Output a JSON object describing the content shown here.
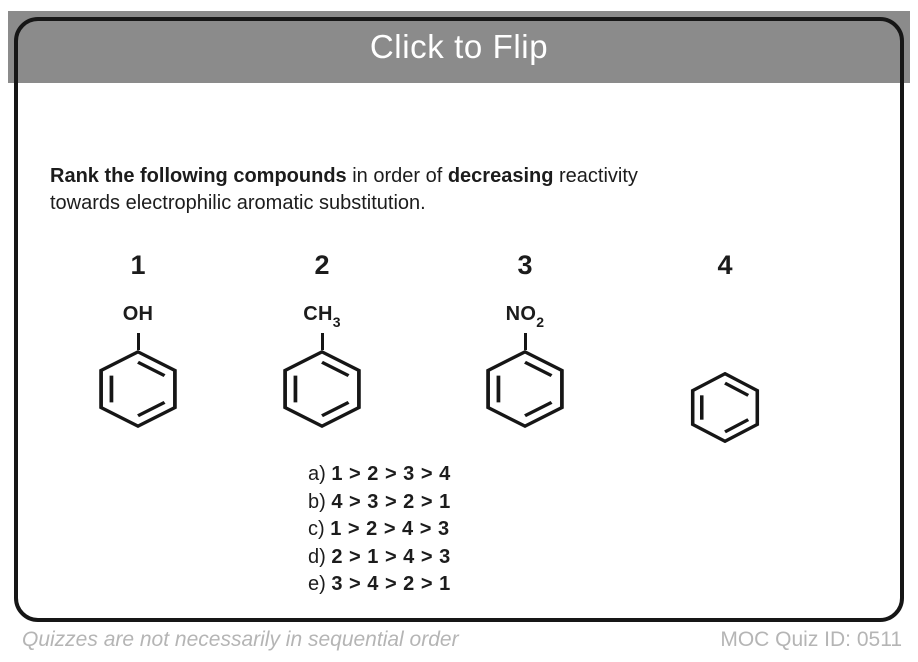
{
  "header": {
    "title": "Click to Flip"
  },
  "question": {
    "seg_bold_1": "Rank the following compounds",
    "seg_norm_1": " in order of ",
    "seg_bold_2": "decreasing",
    "seg_norm_2": " reactivity",
    "line2": "towards electrophilic aromatic substitution."
  },
  "compounds": [
    {
      "number": "1",
      "label_main": "OH",
      "label_sub": ""
    },
    {
      "number": "2",
      "label_main": "CH",
      "label_sub": "3"
    },
    {
      "number": "3",
      "label_main": "NO",
      "label_sub": "2"
    },
    {
      "number": "4",
      "label_main": "",
      "label_sub": ""
    }
  ],
  "answers": [
    {
      "prefix": "a) ",
      "sequence": "1 > 2 > 3 > 4"
    },
    {
      "prefix": "b) ",
      "sequence": "4 > 3 > 2 > 1"
    },
    {
      "prefix": "c) ",
      "sequence": "1 > 2 > 4 > 3"
    },
    {
      "prefix": "d) ",
      "sequence": "2 > 1 > 4 > 3"
    },
    {
      "prefix": "e) ",
      "sequence": "3 > 4 > 2 > 1"
    }
  ],
  "footer": {
    "note": "Quizzes are not necessarily in sequential order",
    "quiz_id": "MOC Quiz ID: 0511"
  },
  "colors": {
    "header_bg": "#8b8b8b",
    "header_text": "#ffffff",
    "card_border": "#161616",
    "body_text": "#1c1c1c",
    "footer_text": "#b5b5b5"
  }
}
